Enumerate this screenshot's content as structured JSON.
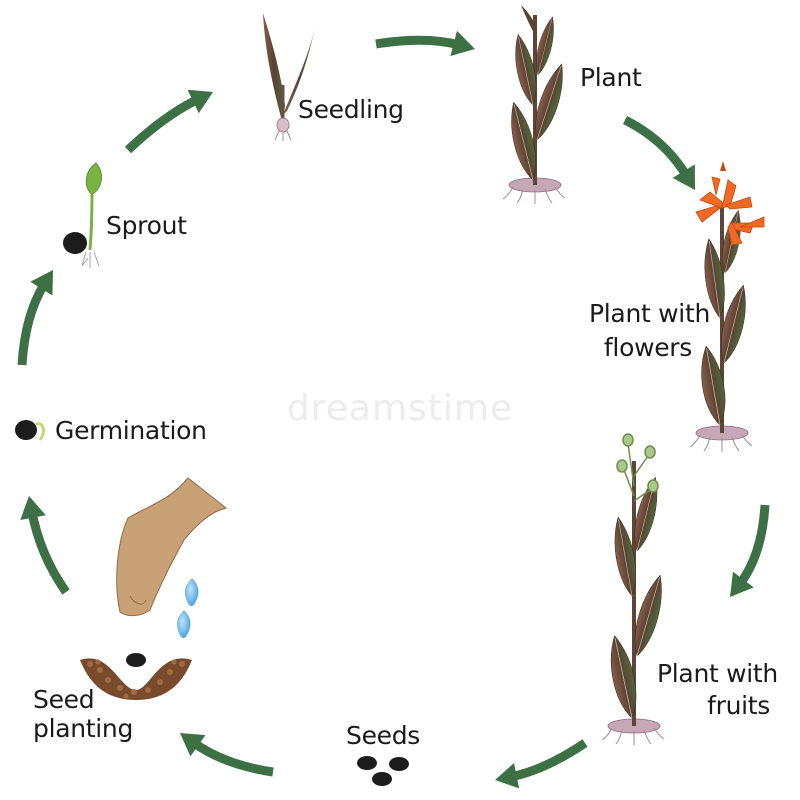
{
  "diagram": {
    "stages": [
      {
        "id": "seedling",
        "label": "Seedling"
      },
      {
        "id": "plant",
        "label": "Plant"
      },
      {
        "id": "flowers",
        "label_line1": "Plant with",
        "label_line2": "flowers"
      },
      {
        "id": "fruits",
        "label_line1": "Plant with",
        "label_line2": "fruits"
      },
      {
        "id": "seeds",
        "label": "Seeds"
      },
      {
        "id": "planting",
        "label_line1": "Seed",
        "label_line2": "planting"
      },
      {
        "id": "germination",
        "label": "Germination"
      },
      {
        "id": "sprout",
        "label": "Sprout"
      }
    ],
    "watermark": "dreamstime",
    "colors": {
      "arrow": "#3e7046",
      "leaf": "#6b4a3a",
      "leaf_green": "#4e6b3a",
      "flower": "#f06a24",
      "seed": "#1c1c1c",
      "soil": "#7a4a2c",
      "hand": "#c9a177",
      "water": "#4ba9e0",
      "sprout_green": "#79b341"
    }
  }
}
